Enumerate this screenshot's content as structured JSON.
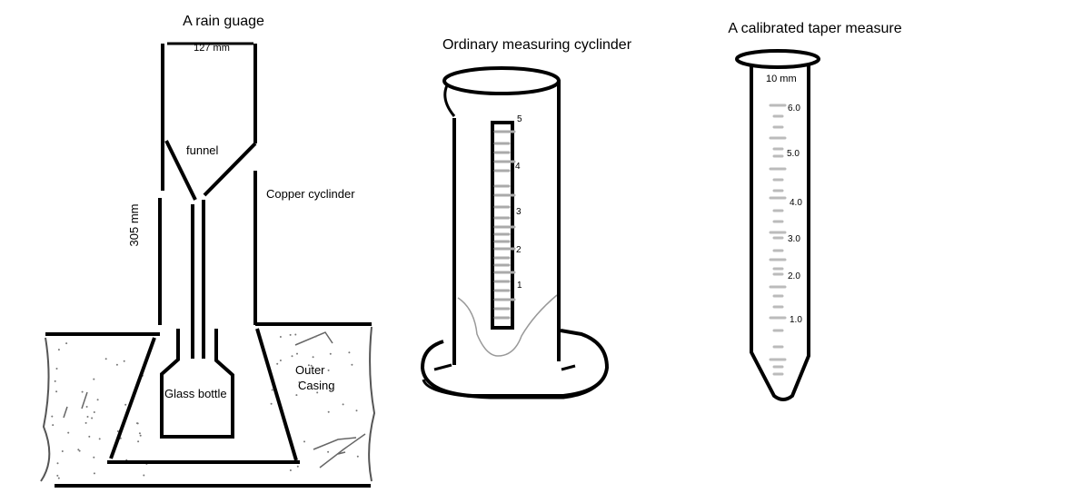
{
  "rain_gauge": {
    "title": "A rain guage",
    "width_label": "127 mm",
    "height_label": "305 mm",
    "funnel_label": "funnel",
    "cylinder_label": "Copper cyclinder",
    "bottle_label": "Glass bottle",
    "casing_label_1": "Outer",
    "casing_label_2": "Casing"
  },
  "measuring_cylinder": {
    "title": "Ordinary measuring cyclinder",
    "scale_labels": [
      "5",
      "4",
      "3",
      "2",
      "1"
    ]
  },
  "taper_measure": {
    "title": "A calibrated taper measure",
    "width_label": "10 mm",
    "scale_labels": [
      "6.0",
      "5.0",
      "4.0",
      "3.0",
      "2.0",
      "1.0"
    ]
  },
  "colors": {
    "stroke": "#000000",
    "tick_gray": "#b8b8b8",
    "soil_outline": "#555555",
    "soil_dots": "#777777"
  }
}
